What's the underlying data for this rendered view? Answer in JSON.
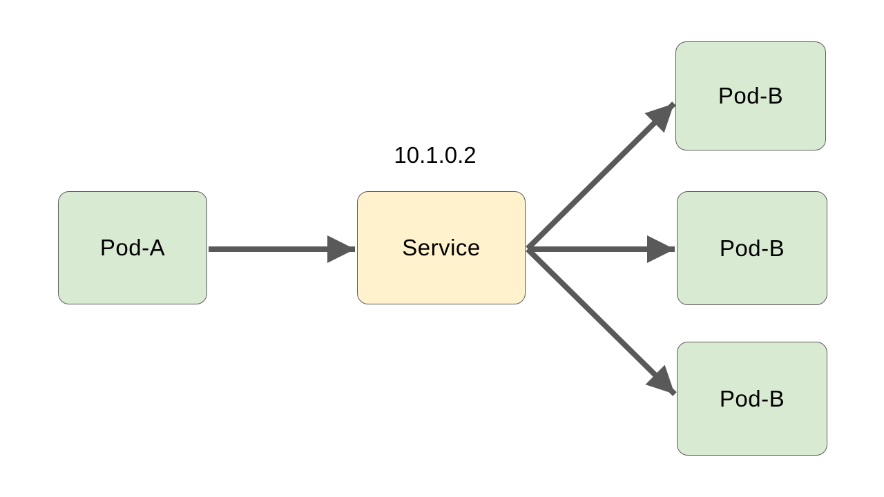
{
  "diagram": {
    "background": "#ffffff",
    "arrow_color": "#595959",
    "border_color": "#595959",
    "text_color": "#000000",
    "nodes": {
      "pod_a": {
        "label": "Pod-A",
        "fill": "#d9ead3"
      },
      "service": {
        "label": "Service",
        "fill": "#fff2cc",
        "ip_label": "10.1.0.2"
      },
      "pod_b_top": {
        "label": "Pod-B",
        "fill": "#d9ead3"
      },
      "pod_b_middle": {
        "label": "Pod-B",
        "fill": "#d9ead3"
      },
      "pod_b_bottom": {
        "label": "Pod-B",
        "fill": "#d9ead3"
      }
    },
    "edges": [
      {
        "from": "pod_a",
        "to": "service"
      },
      {
        "from": "service",
        "to": "pod_b_top"
      },
      {
        "from": "service",
        "to": "pod_b_middle"
      },
      {
        "from": "service",
        "to": "pod_b_bottom"
      }
    ]
  }
}
